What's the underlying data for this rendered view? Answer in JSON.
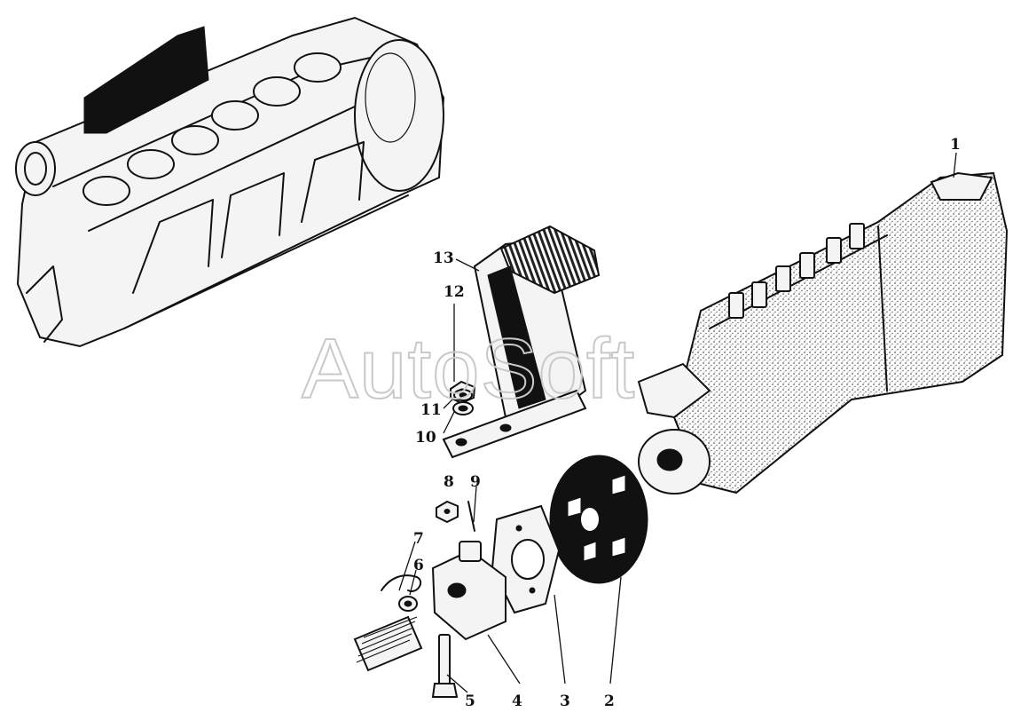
{
  "callouts": [
    {
      "id": "1",
      "label": "1"
    },
    {
      "id": "2",
      "label": "2"
    },
    {
      "id": "3",
      "label": "3"
    },
    {
      "id": "4",
      "label": "4"
    },
    {
      "id": "5",
      "label": "5"
    },
    {
      "id": "6",
      "label": "6"
    },
    {
      "id": "7",
      "label": "7"
    },
    {
      "id": "8",
      "label": "8"
    },
    {
      "id": "9",
      "label": "9"
    },
    {
      "id": "10",
      "label": "10"
    },
    {
      "id": "11",
      "label": "11"
    },
    {
      "id": "12",
      "label": "12"
    },
    {
      "id": "13",
      "label": "13"
    }
  ],
  "watermark": "AutoSoft"
}
